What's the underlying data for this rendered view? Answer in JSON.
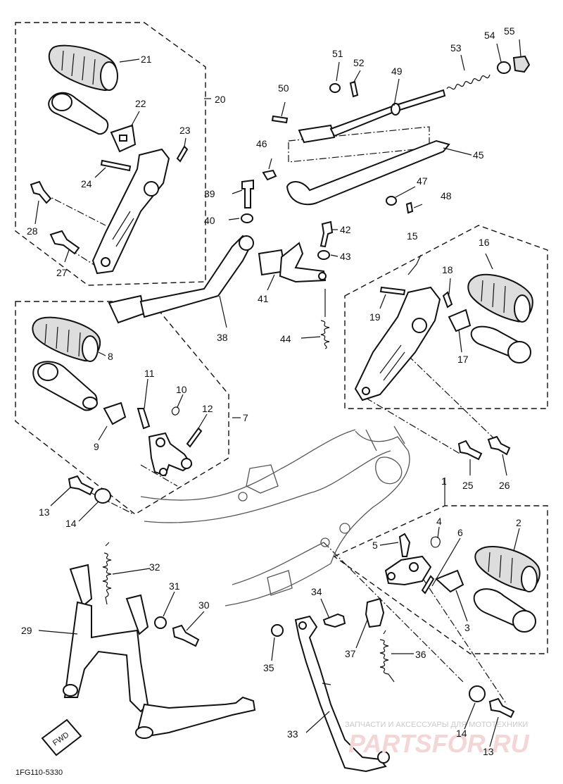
{
  "diagram": {
    "drawing_code": "1FG110-5330",
    "fwd_label": "FWD",
    "watermark": {
      "line1": "ЗАПЧАСТИ И АКСЕССУАРЫ ДЛЯ МОТОТЕХНИКИ",
      "line2": "PARTSFOR.RU"
    },
    "part_numbers": [
      "1",
      "2",
      "3",
      "4",
      "5",
      "6",
      "7",
      "8",
      "9",
      "10",
      "11",
      "12",
      "13",
      "14",
      "15",
      "16",
      "17",
      "18",
      "19",
      "20",
      "21",
      "22",
      "23",
      "24",
      "25",
      "26",
      "27",
      "28",
      "29",
      "30",
      "31",
      "32",
      "33",
      "34",
      "35",
      "36",
      "37",
      "38",
      "39",
      "40",
      "41",
      "42",
      "43",
      "44",
      "45",
      "46",
      "47",
      "48",
      "49",
      "50",
      "51",
      "52",
      "53",
      "54",
      "55",
      "13",
      "14"
    ]
  }
}
